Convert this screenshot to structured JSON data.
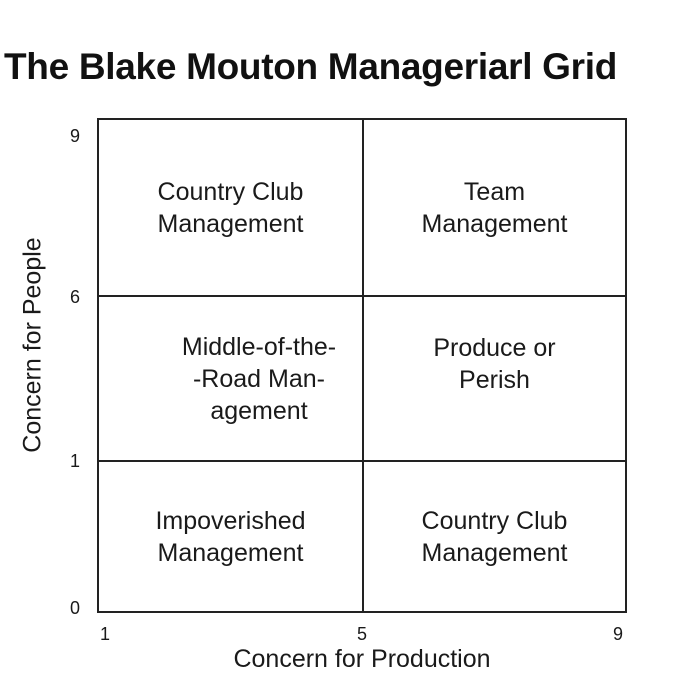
{
  "title": "The Blake Mouton Manageriarl Grid",
  "y_axis": {
    "label": "Concern for People",
    "ticks": [
      "9",
      "6",
      "1",
      "0"
    ]
  },
  "x_axis": {
    "label": "Concern for Production",
    "ticks": [
      "1",
      "5",
      "9"
    ]
  },
  "cells": {
    "top_left": "Country Club\nManagement",
    "top_right": "Team\nManagement",
    "middle_left": "Middle-of-the-\n-Road Man-\nagement",
    "middle_right": "Produce or\nPerish",
    "bottom_left": "Impoverished\nManagement",
    "bottom_right": "Country Club\nManagement"
  }
}
